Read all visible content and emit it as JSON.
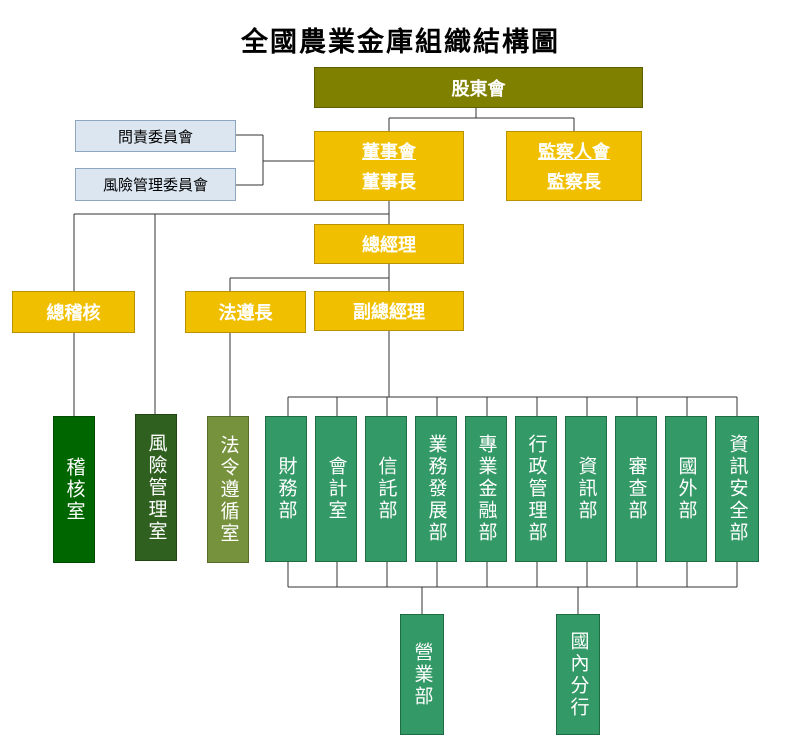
{
  "title": "全國農業金庫組織結構圖",
  "boxes": {
    "shareholders": "股東會",
    "audit_committee": "問責委員會",
    "risk_committee": "風險管理委員會",
    "board": "董事會",
    "chairman": "董事長",
    "supervisors": "監察人會",
    "chief_supervisor": "監察長",
    "president": "總經理",
    "chief_auditor": "總稽核",
    "compliance_officer": "法遵長",
    "evp": "副總經理",
    "audit_office": "稽核室",
    "risk_office": "風險管理室",
    "compliance_office": "法令遵循室",
    "depts": [
      "財務部",
      "會計室",
      "信託部",
      "業務發展部",
      "專業金融部",
      "行政管理部",
      "資訊部",
      "審查部",
      "國外部",
      "資訊安全部"
    ],
    "business_dept": "營業部",
    "domestic_branches": "國內分行"
  },
  "colors": {
    "olive": "#808000",
    "gold": "#f0c000",
    "light_blue": "#dce6f1",
    "dark_green": "#006600",
    "forest_green": "#2f6020",
    "olive_green": "#76923c",
    "sea_green": "#339966"
  }
}
